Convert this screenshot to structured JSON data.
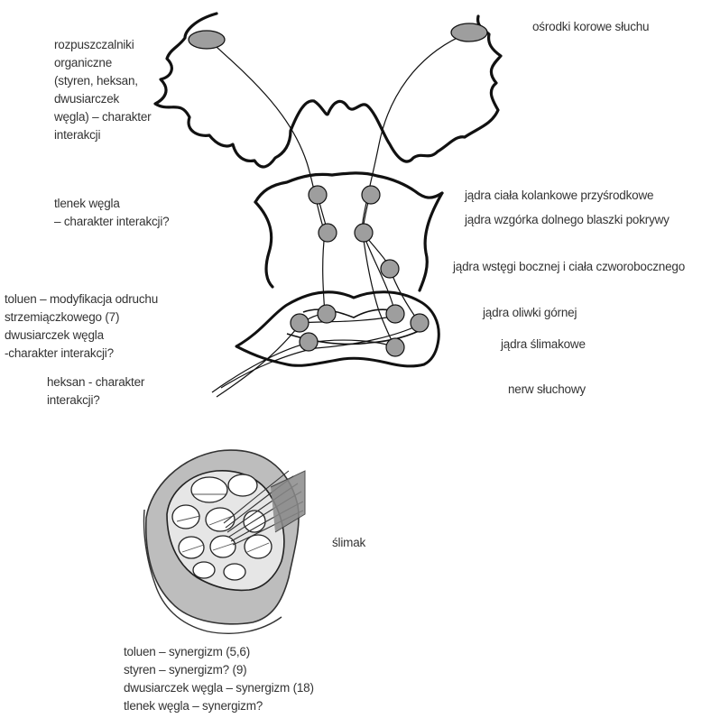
{
  "labels": {
    "cortical_centers": "ośrodki korowe słuchu",
    "organic_solvents": "rozpuszczalniki\norganiczne\n(styren, heksan,\ndwusiarczek\nwęgla) – charakter\ninterakcji",
    "carbon_monoxide": "tlenek węgla\n– charakter interakcji?",
    "medial_geniculate": "jądra ciała kolankowe przyśrodkowe",
    "inferior_colliculus": "jądra wzgórka dolnego blaszki pokrywy",
    "lateral_lemniscus": "jądra wstęgi bocznej i ciała czworobocznego",
    "toluene_cs2": "toluen – modyfikacja odruchu\nstrzemiączkowego (7)\ndwusiarczek węgla\n-charakter interakcji?",
    "superior_olive": "jądra oliwki górnej",
    "cochlear_nuclei": "jądra ślimakowe",
    "hexane": "heksan - charakter\ninterakcji?",
    "auditory_nerve": "nerw słuchowy",
    "cochlea": "ślimak",
    "synergism": "toluen – synergizm (5,6)\nstyren – synergizm? (9)\ndwusiarczek węgla – synergizm (18)\ntlenek węgla – synergizm?"
  },
  "colors": {
    "nucleus_fill": "#9e9e9e",
    "outline": "#111111",
    "text": "#333333",
    "cochlea_fill": "#bdbdbd"
  }
}
